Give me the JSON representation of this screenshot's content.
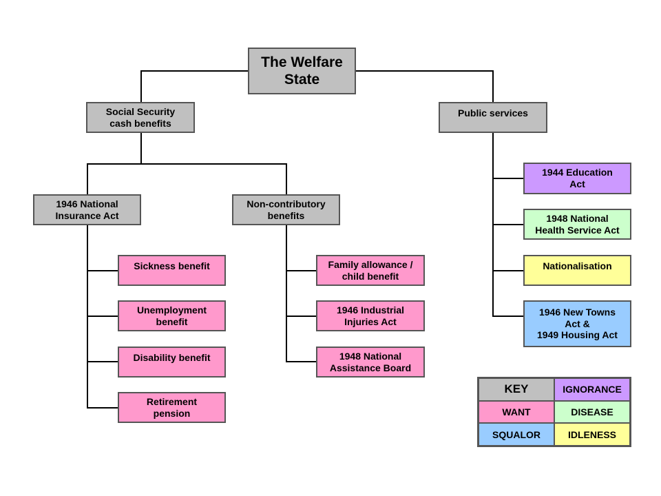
{
  "colors": {
    "grey": "#c0c0c0",
    "pink": "#ff99cc",
    "purple": "#cc99ff",
    "green": "#ccffcc",
    "yellow": "#ffff99",
    "blue": "#99ccff"
  },
  "diagram": {
    "root": "The Welfare\nState",
    "social_security": "Social Security\ncash benefits",
    "public_services": "Public services",
    "national_insurance": "1946 National\nInsurance Act",
    "non_contributory": "Non-contributory\nbenefits",
    "ni_children": [
      "Sickness benefit",
      "Unemployment\nbenefit",
      "Disability benefit",
      "Retirement\npension"
    ],
    "nc_children": [
      "Family allowance /\nchild benefit",
      "1946 Industrial\nInjuries Act",
      "1948 National\nAssistance Board"
    ],
    "ps_children": [
      "1944 Education\nAct",
      "1948 National\nHealth Service Act",
      "Nationalisation",
      "1946 New Towns\nAct &\n1949 Housing Act"
    ]
  },
  "key": {
    "title": "KEY",
    "ignorance": "IGNORANCE",
    "want": "WANT",
    "disease": "DISEASE",
    "squalor": "SQUALOR",
    "idleness": "IDLENESS"
  }
}
